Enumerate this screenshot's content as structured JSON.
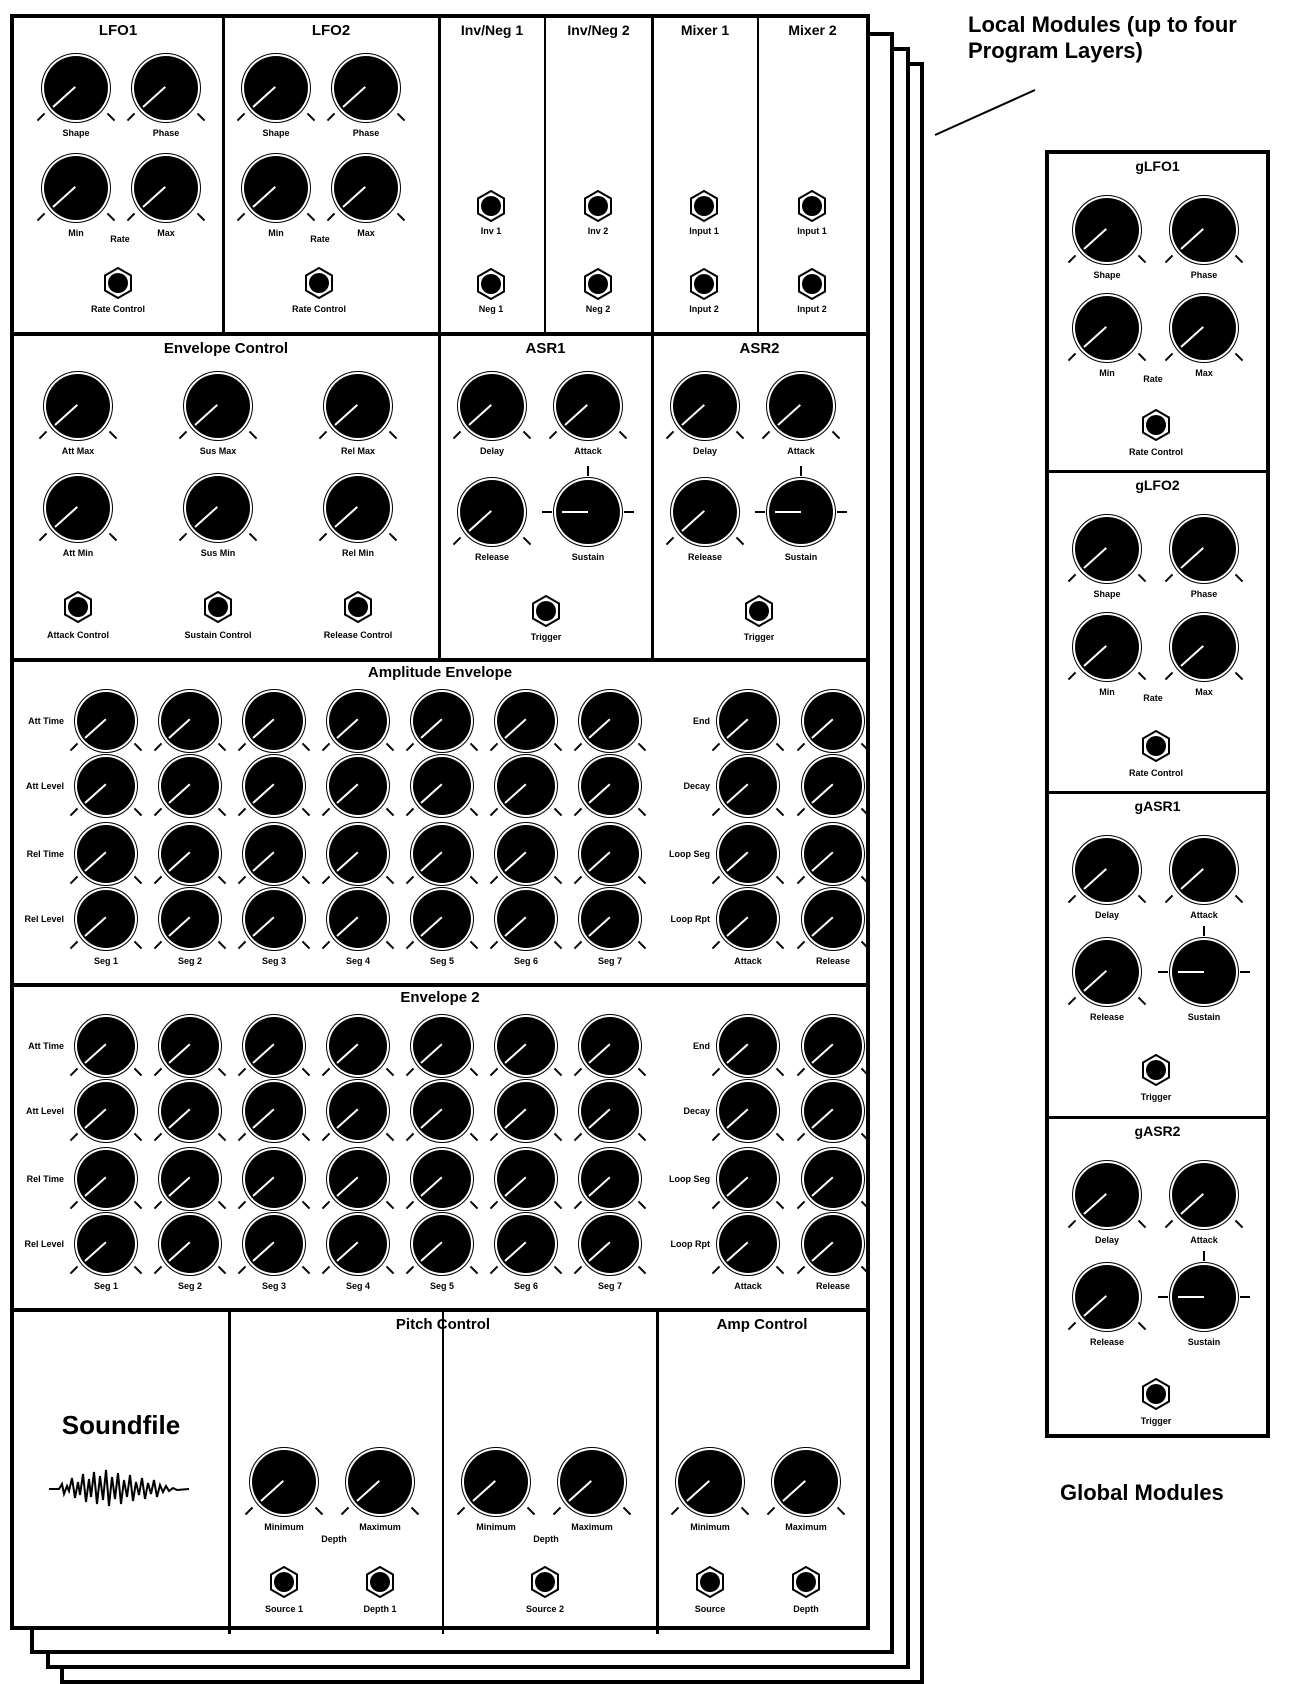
{
  "annotations": {
    "local_modules": "Local Modules (up to four Program Layers)",
    "global_modules": "Global Modules"
  },
  "local": {
    "lfo1": {
      "title": "LFO1",
      "shape": "Shape",
      "phase": "Phase",
      "min": "Min",
      "rate": "Rate",
      "max": "Max",
      "rate_control": "Rate Control"
    },
    "lfo2": {
      "title": "LFO2",
      "shape": "Shape",
      "phase": "Phase",
      "min": "Min",
      "rate": "Rate",
      "max": "Max",
      "rate_control": "Rate Control"
    },
    "invneg1": {
      "title": "Inv/Neg 1",
      "inv": "Inv 1",
      "neg": "Neg 1"
    },
    "invneg2": {
      "title": "Inv/Neg 2",
      "inv": "Inv 2",
      "neg": "Neg 2"
    },
    "mixer1": {
      "title": "Mixer 1",
      "input1": "Input 1",
      "input2": "Input 2"
    },
    "mixer2": {
      "title": "Mixer 2",
      "input1": "Input 1",
      "input2": "Input 2"
    },
    "envctl": {
      "title": "Envelope Control",
      "att_max": "Att Max",
      "sus_max": "Sus Max",
      "rel_max": "Rel Max",
      "att_min": "Att Min",
      "sus_min": "Sus Min",
      "rel_min": "Rel Min",
      "attack_control": "Attack Control",
      "sustain_control": "Sustain Control",
      "release_control": "Release Control"
    },
    "asr1": {
      "title": "ASR1",
      "delay": "Delay",
      "attack": "Attack",
      "release": "Release",
      "sustain": "Sustain",
      "trigger": "Trigger"
    },
    "asr2": {
      "title": "ASR2",
      "delay": "Delay",
      "attack": "Attack",
      "release": "Release",
      "sustain": "Sustain",
      "trigger": "Trigger"
    },
    "ampenv": {
      "title": "Amplitude Envelope",
      "rows": [
        "Att Time",
        "Att Level",
        "Rel Time",
        "Rel Level"
      ],
      "segs": [
        "Seg 1",
        "Seg 2",
        "Seg 3",
        "Seg 4",
        "Seg 5",
        "Seg 6",
        "Seg 7"
      ],
      "right_rows": [
        "End",
        "Decay",
        "Loop Seg",
        "Loop Rpt"
      ],
      "right_cols": [
        "Attack",
        "Release"
      ]
    },
    "env2": {
      "title": "Envelope 2",
      "rows": [
        "Att Time",
        "Att Level",
        "Rel Time",
        "Rel Level"
      ],
      "segs": [
        "Seg 1",
        "Seg 2",
        "Seg 3",
        "Seg 4",
        "Seg 5",
        "Seg 6",
        "Seg 7"
      ],
      "right_rows": [
        "End",
        "Decay",
        "Loop Seg",
        "Loop Rpt"
      ],
      "right_cols": [
        "Attack",
        "Release"
      ]
    },
    "soundfile": {
      "title": "Soundfile"
    },
    "pitch": {
      "title": "Pitch Control",
      "minimum": "Minimum",
      "maximum": "Maximum",
      "depth": "Depth",
      "source1": "Source 1",
      "depth1": "Depth 1",
      "source2": "Source 2"
    },
    "amp": {
      "title": "Amp Control",
      "minimum": "Minimum",
      "maximum": "Maximum",
      "source": "Source",
      "depth": "Depth"
    }
  },
  "global": {
    "glfo1": {
      "title": "gLFO1",
      "shape": "Shape",
      "phase": "Phase",
      "min": "Min",
      "rate": "Rate",
      "max": "Max",
      "rate_control": "Rate Control"
    },
    "glfo2": {
      "title": "gLFO2",
      "shape": "Shape",
      "phase": "Phase",
      "min": "Min",
      "rate": "Rate",
      "max": "Max",
      "rate_control": "Rate Control"
    },
    "gasr1": {
      "title": "gASR1",
      "delay": "Delay",
      "attack": "Attack",
      "release": "Release",
      "sustain": "Sustain",
      "trigger": "Trigger"
    },
    "gasr2": {
      "title": "gASR2",
      "delay": "Delay",
      "attack": "Attack",
      "release": "Release",
      "sustain": "Sustain",
      "trigger": "Trigger"
    }
  }
}
